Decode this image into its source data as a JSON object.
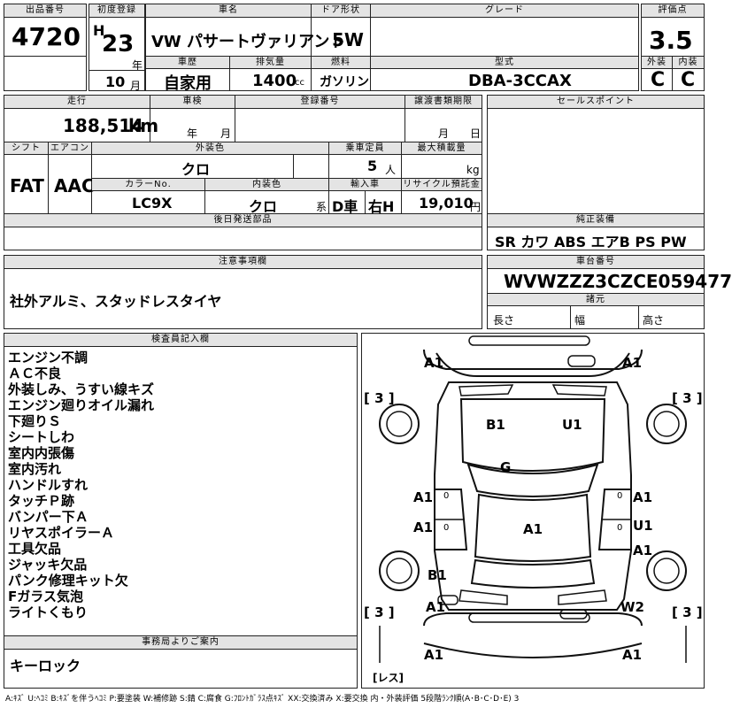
{
  "header": {
    "lot_no_label": "出品番号",
    "lot_no": "4720",
    "first_reg_label": "初度登録",
    "era": "H",
    "year": "23",
    "year_unit": "年",
    "month": "10",
    "month_unit": "月",
    "car_name_label": "車名",
    "car_name": "VW パサートヴァリアント",
    "door_label": "ドア形状",
    "door": "5W",
    "grade_label": "グレード",
    "grade": "",
    "score_label": "評価点",
    "score": "3.5",
    "exterior_label": "外装",
    "exterior": "C",
    "interior_label": "内装",
    "interior": "C",
    "history_label": "車歴",
    "history": "自家用",
    "displacement_label": "排気量",
    "displacement": "1400",
    "displacement_unit": "cc",
    "fuel_label": "燃料",
    "fuel": "ガソリン",
    "model_label": "型式",
    "model": "DBA-3CCAX"
  },
  "row2": {
    "mileage_label": "走行",
    "mileage": "188,514",
    "mileage_unit": "km",
    "inspection_label": "車検",
    "inspection_year_unit": "年",
    "inspection_month_unit": "月",
    "reg_no_label": "登録番号",
    "transfer_label": "譲渡書類期限",
    "transfer_month_unit": "月",
    "transfer_day_unit": "日",
    "shift_label": "シフト",
    "shift": "FAT",
    "ac_label": "エアコン",
    "ac": "AAC",
    "ext_color_label": "外装色",
    "ext_color": "クロ",
    "capacity_label": "乗車定員",
    "capacity": "5",
    "capacity_unit": "人",
    "max_load_label": "最大積載量",
    "max_load_unit": "kg",
    "color_no_label": "カラーNo.",
    "color_no": "LC9X",
    "int_color_label": "内装色",
    "int_color": "クロ",
    "int_color_suffix": "系",
    "import_label": "輸入車",
    "import_dealer": "D車",
    "steering": "右H",
    "recycle_label": "リサイクル預託金",
    "recycle": "19,010",
    "recycle_unit": "円",
    "later_parts_label": "後日発送部品",
    "later_parts": ""
  },
  "sales": {
    "sales_label": "セールスポイント",
    "sales_points": "",
    "equipment_label": "純正装備",
    "equipment": "SR カワ ABS エアB PS PW",
    "chassis_label": "車台番号",
    "chassis": "WVWZZZ3CZCE059477",
    "dims_label": "諸元",
    "length_label": "長さ",
    "width_label": "幅",
    "height_label": "高さ"
  },
  "notes": {
    "label": "注意事項欄",
    "text": "社外アルミ、スタッドレスタイヤ"
  },
  "inspector": {
    "label": "検査員記入欄",
    "lines": [
      "エンジン不調",
      "ＡＣ不良",
      "外装しみ、うすい線キズ",
      "エンジン廻りオイル漏れ",
      "下廻りＳ",
      "シートしわ",
      "室内内張傷",
      "室内汚れ",
      "ハンドルすれ",
      "タッチＰ跡",
      "バンパー下Ａ",
      "リヤスポイラーＡ",
      "工具欠品",
      "ジャッキ欠品",
      "パンク修理キット欠",
      "Fガラス気泡",
      "ライトくもり"
    ]
  },
  "office": {
    "label": "事務局よりご案内",
    "text": "キーロック"
  },
  "diagram": {
    "marks": {
      "front_left": "A1",
      "front_right": "A1",
      "hood_left": "B1",
      "hood_right": "U1",
      "windshield": "G",
      "left_fender": "A1",
      "right_fender": "A1",
      "left_door_front": "A1",
      "right_door_front": "U1",
      "roof": "A1",
      "right_door_rear": "A1",
      "left_quarter": "B1",
      "left_rear": "A1",
      "right_rear": "W2",
      "rear_left": "A1",
      "rear_right": "A1"
    },
    "tires": {
      "fl": "[ 3 ]",
      "fr": "[ 3 ]",
      "rl": "[ 3 ]",
      "rr": "[ 3 ]",
      "spare": "[レス]"
    },
    "zeros": [
      "0",
      "0",
      "0",
      "0"
    ]
  },
  "legend": "A:ｷｽﾞ U:ﾍｺﾐ B:ｷｽﾞを伴うﾍｺﾐ P:要塗装 W:補修跡 S:錆 C:腐食 G:ﾌﾛﾝﾄｶﾞﾗｽ点ｷｽﾞ XX:交換済み X:要交換 内・外装評価 5段階ﾗﾝｸ順(A･B･C･D･E) 3"
}
